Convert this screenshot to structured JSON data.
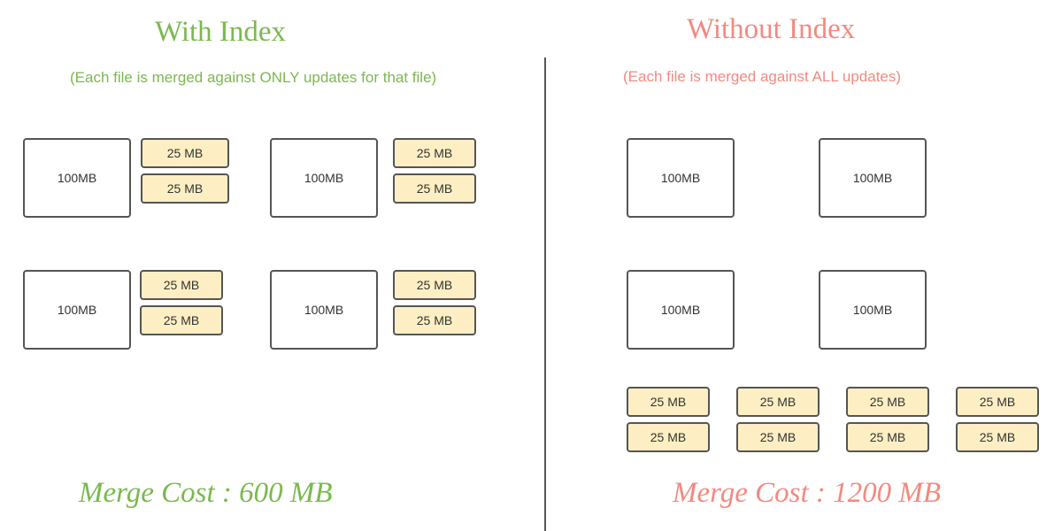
{
  "colors": {
    "with_index": "#7ab94f",
    "without_index": "#f28a80",
    "box_border": "#555555",
    "update_fill": "#fdefc3"
  },
  "with_index": {
    "title": "With Index",
    "subtitle": "(Each file is merged against ONLY updates for that file)",
    "merge_cost": "Merge Cost : 600 MB",
    "files": [
      {
        "label": "100MB",
        "updates": [
          "25 MB",
          "25 MB"
        ]
      },
      {
        "label": "100MB",
        "updates": [
          "25 MB",
          "25 MB"
        ]
      },
      {
        "label": "100MB",
        "updates": [
          "25 MB",
          "25 MB"
        ]
      },
      {
        "label": "100MB",
        "updates": [
          "25 MB",
          "25 MB"
        ]
      }
    ]
  },
  "without_index": {
    "title": "Without Index",
    "subtitle": "(Each file is merged against ALL updates)",
    "merge_cost": "Merge Cost : 1200 MB",
    "files": [
      "100MB",
      "100MB",
      "100MB",
      "100MB"
    ],
    "updates": [
      "25 MB",
      "25 MB",
      "25 MB",
      "25 MB",
      "25 MB",
      "25 MB",
      "25 MB",
      "25 MB"
    ]
  }
}
